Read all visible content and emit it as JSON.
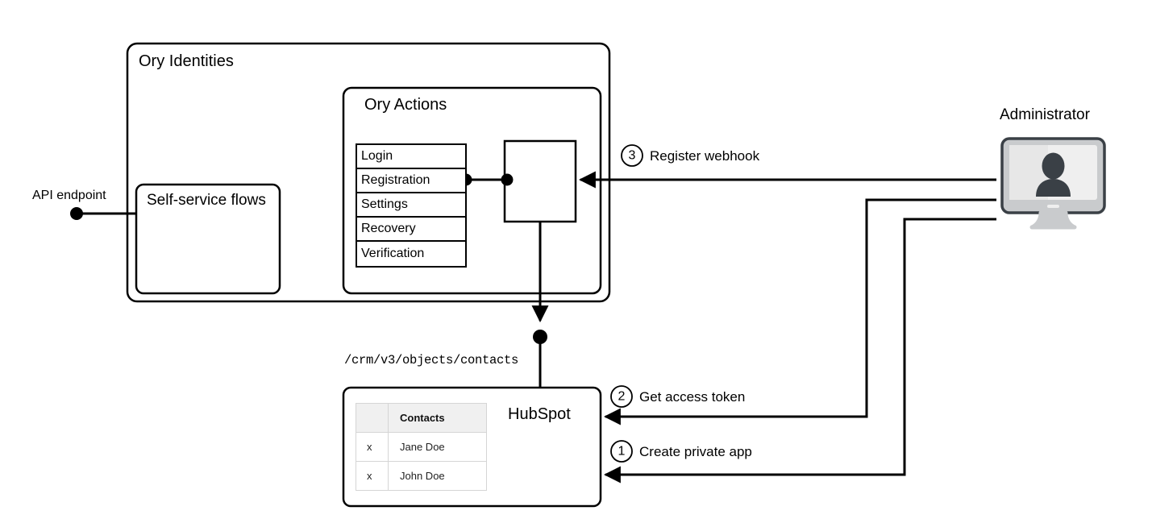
{
  "diagram": {
    "title_ory_identities": "Ory Identities",
    "title_ory_actions": "Ory Actions",
    "self_service_box_label": "Self-service flows",
    "api_endpoint_label": "API endpoint",
    "webhook_box_label": "",
    "flows": [
      {
        "label": "Login"
      },
      {
        "label": "Registration"
      },
      {
        "label": "Settings"
      },
      {
        "label": "Recovery"
      },
      {
        "label": "Verification"
      }
    ],
    "api_path": "/crm/v3/objects/contacts",
    "hubspot": {
      "label": "HubSpot",
      "table": {
        "headers": [
          "",
          "Contacts"
        ],
        "rows": [
          {
            "mark": "x",
            "name": "Jane Doe"
          },
          {
            "mark": "x",
            "name": "John Doe"
          }
        ]
      }
    },
    "actor": {
      "label": "Administrator",
      "icon": "monitor-user-icon"
    },
    "steps": [
      {
        "number": "1",
        "label": "Create private app"
      },
      {
        "number": "2",
        "label": "Get access token"
      },
      {
        "number": "3",
        "label": "Register webhook"
      }
    ],
    "colors": {
      "stroke": "#000000",
      "background": "#ffffff",
      "table_header_bg": "#f0f0f0",
      "table_border": "#d5d5d5",
      "monitor_outline": "#3a4046",
      "monitor_body": "#c9cbcd",
      "monitor_screen": "#efefef",
      "monitor_person": "#3a4046"
    }
  }
}
